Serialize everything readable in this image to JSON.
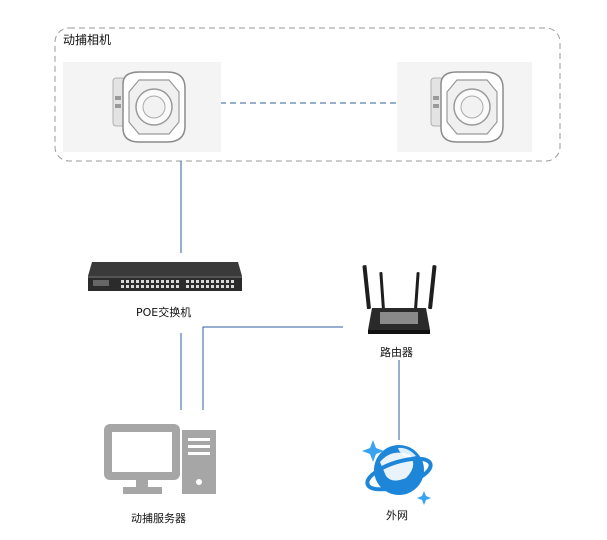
{
  "group": {
    "title": "动捕相机"
  },
  "nodes": {
    "camera_left": {
      "icon": "motion-capture-camera-icon"
    },
    "camera_right": {
      "icon": "motion-capture-camera-icon"
    },
    "switch": {
      "label": "POE交换机",
      "icon": "poe-switch-icon"
    },
    "router": {
      "label": "路由器",
      "icon": "router-icon"
    },
    "server": {
      "label": "动捕服务器",
      "icon": "desktop-computer-icon"
    },
    "internet": {
      "label": "外网",
      "icon": "internet-globe-icon"
    }
  },
  "colors": {
    "link": "#2f5e9c",
    "group_border": "#9a9a9a",
    "device_gray": "#a6a6a6",
    "globe_blue": "#1e86d8"
  }
}
